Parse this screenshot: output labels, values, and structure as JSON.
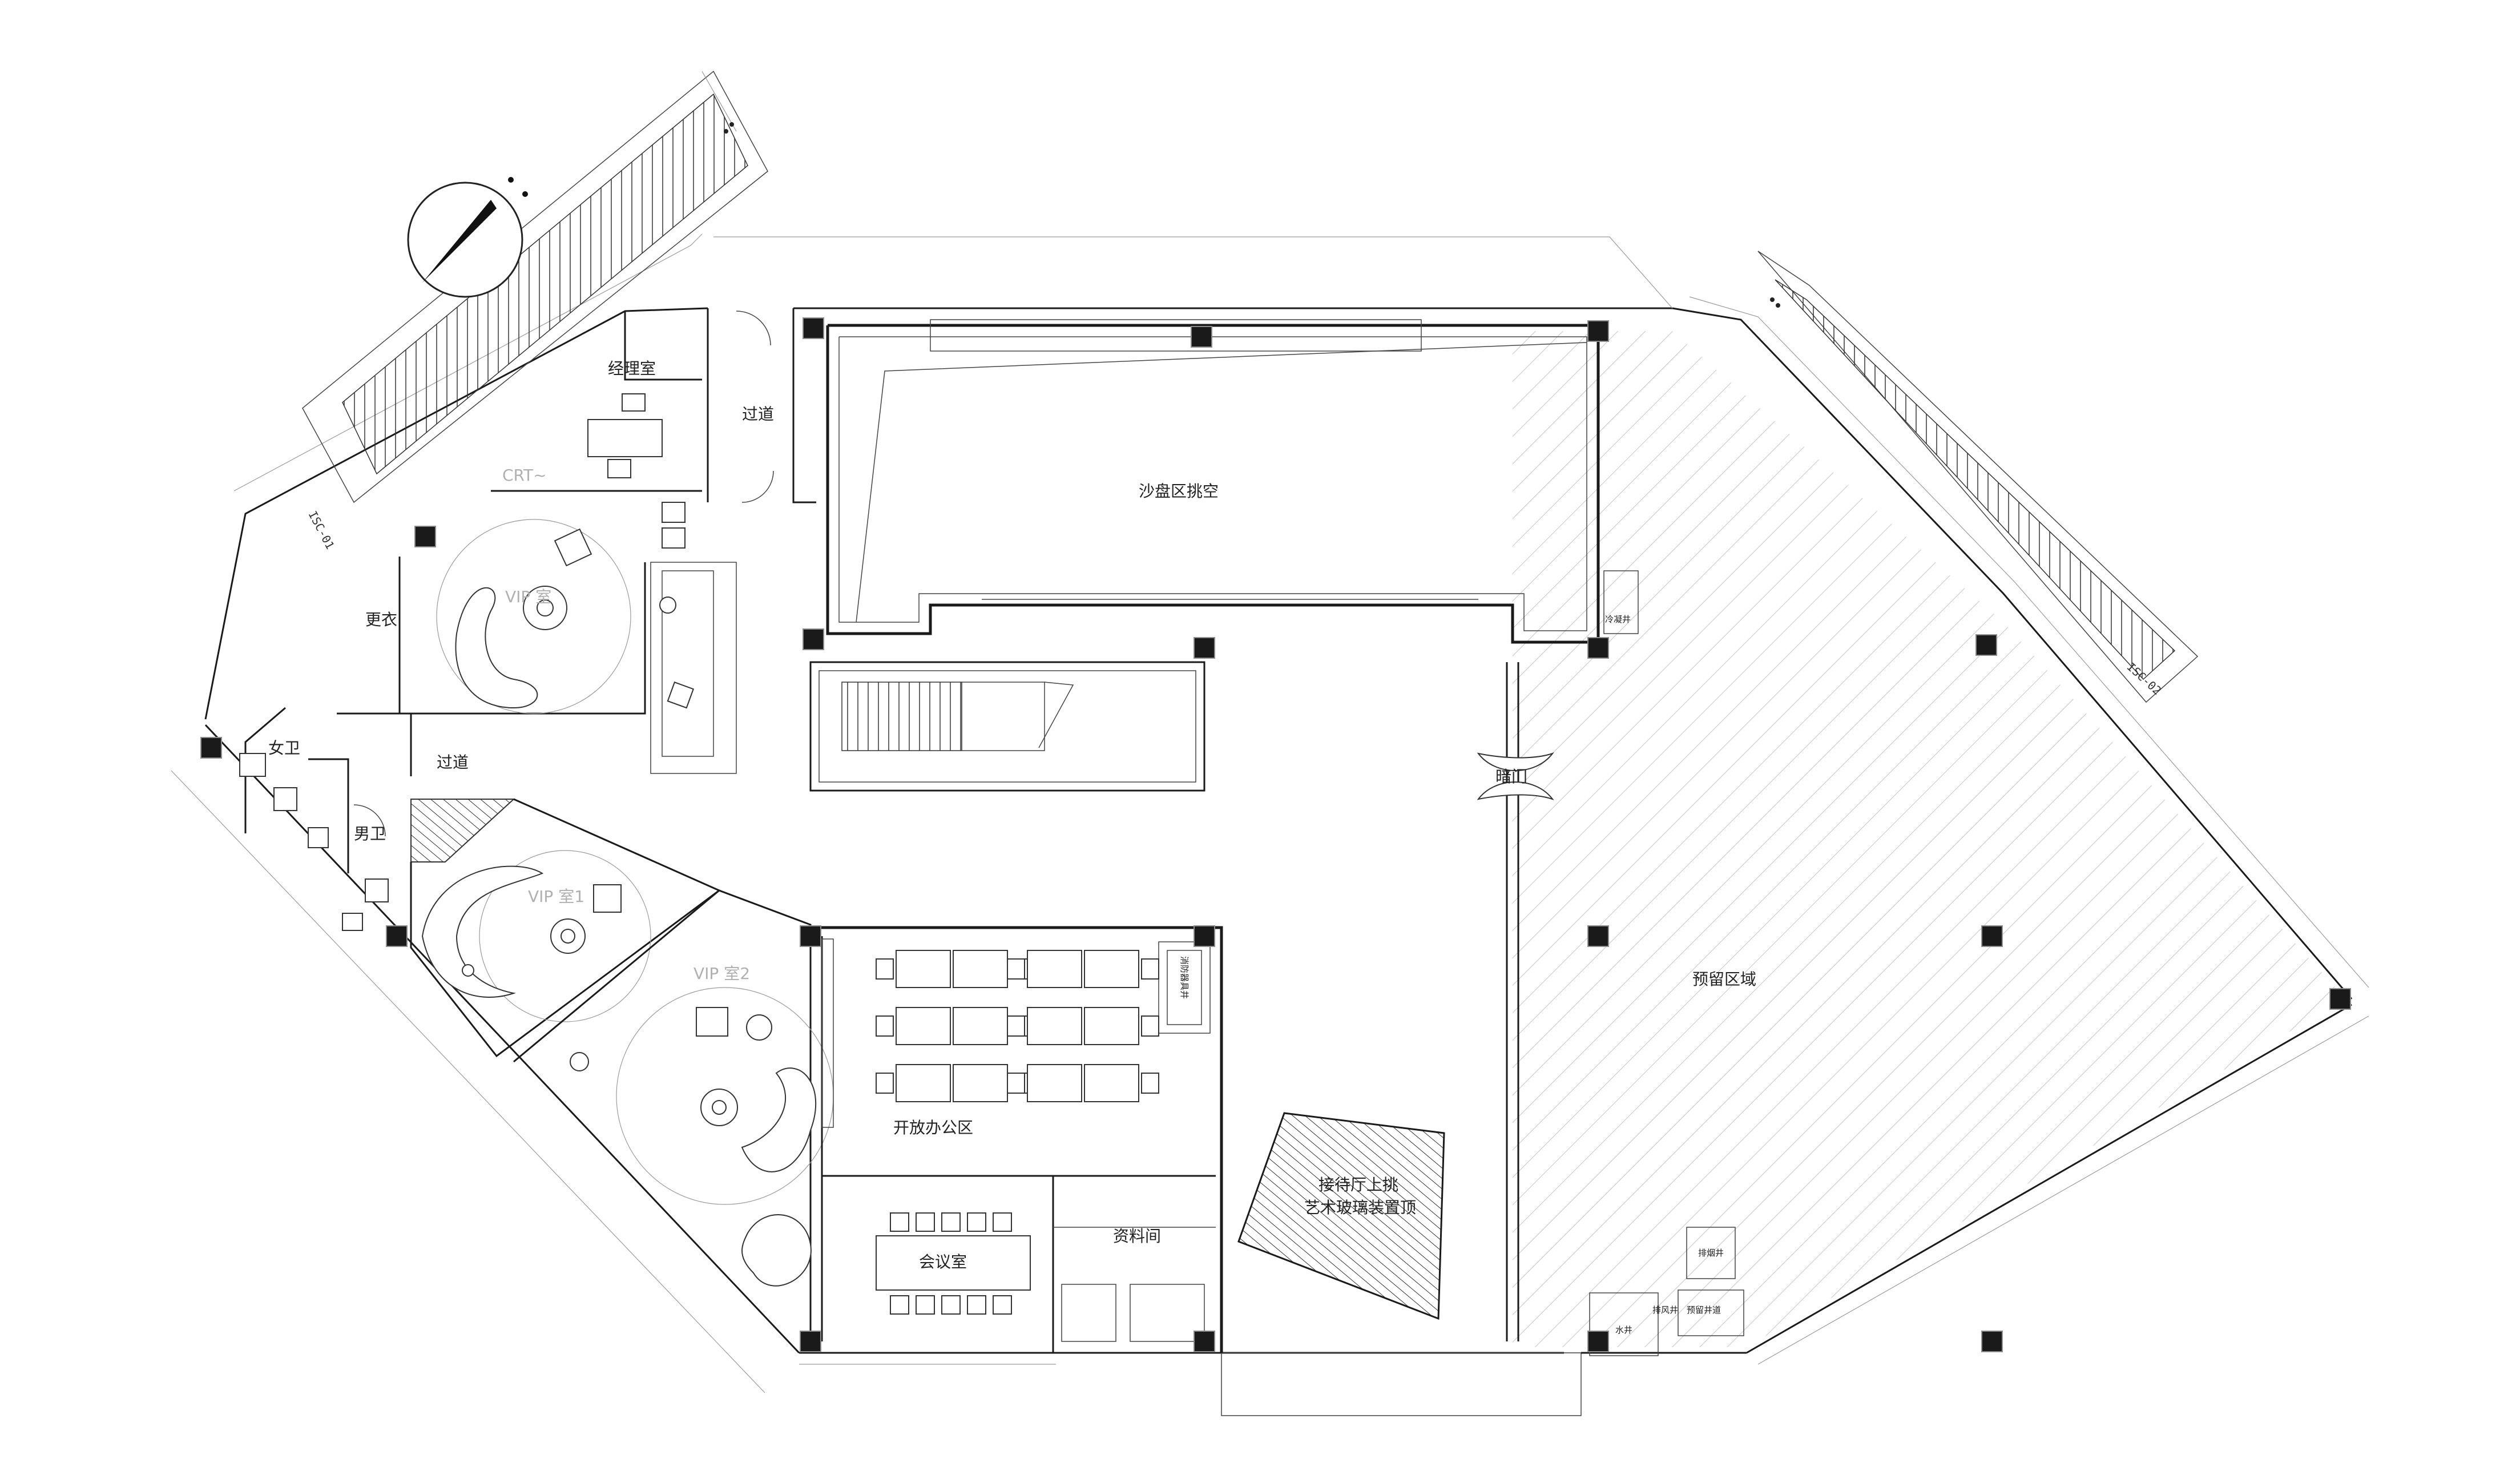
{
  "rooms": {
    "manager_office": "经理室",
    "corridor_north": "过道",
    "sand_table_void": "沙盘区挑空",
    "vip_room_top": "VIP 室",
    "changing_room": "更衣",
    "corridor_middle": "过道",
    "womens_restroom": "女卫",
    "mens_restroom": "男卫",
    "vip_room_1": "VIP 室1",
    "vip_room_2": "VIP 室2",
    "open_office": "开放办公区",
    "meeting_room": "会议室",
    "archive_room": "资料间",
    "reception_void_line1": "接待厅上挑",
    "reception_void_line2": "艺术玻璃装置顶",
    "reserved_area": "预留区域",
    "hidden_door": "暗门"
  },
  "shafts": {
    "cold_water_shaft": "冷凝井",
    "fire_hose_cabinet": "消防器具井",
    "smoke_exhaust_shaft": "排烟井",
    "water_shaft": "水井",
    "air_exhaust_shaft": "排风井",
    "reserved_shaft": "预留井道"
  },
  "facade_labels": {
    "isc_01": "ISC-01",
    "isc_02": "ISC-02",
    "curtain_mark": "CRT~"
  },
  "icons": {
    "north_arrow": "north-arrow-icon",
    "column": "column-icon",
    "door_swing": "door-swing-icon"
  },
  "colors": {
    "wall": "#1a1a1a",
    "column": "#1a1a1a",
    "hatch": "#bdbdbd",
    "faint_label": "#b0b0b0"
  }
}
